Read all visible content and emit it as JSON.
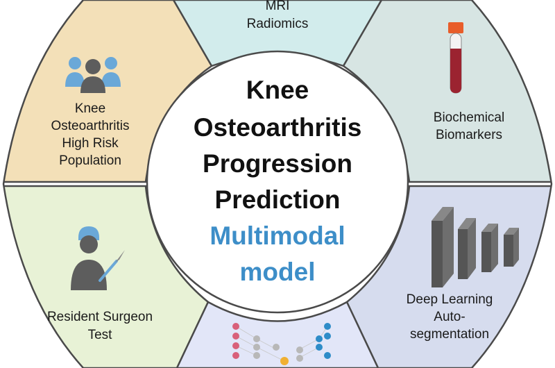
{
  "center": {
    "title_lines": [
      "Knee",
      "Osteoarthritis",
      "Progression",
      "Prediction"
    ],
    "subtitle_lines": [
      "Multimodal",
      "model"
    ]
  },
  "segments": {
    "top": {
      "lines": [
        "MRI",
        "Radiomics"
      ],
      "fill": "#d2ecec",
      "icon": "mri-scan-icon"
    },
    "left_top": {
      "lines": [
        "Knee",
        "Osteoarthritis",
        "High Risk",
        "Population"
      ],
      "fill": "#f3e0b8",
      "icon": "people-group-icon"
    },
    "right_top": {
      "lines": [
        "Biochemical",
        "Biomarkers"
      ],
      "fill": "#d7e5e3",
      "icon": "blood-sample-tube-icon"
    },
    "left_bottom": {
      "lines": [
        "Resident Surgeon",
        "Test"
      ],
      "fill": "#e8f2d6",
      "icon": "surgeon-scalpel-icon"
    },
    "right_bottom": {
      "lines": [
        "Deep Learning",
        "Auto-",
        "segmentation"
      ],
      "fill": "#d6dcee",
      "icon": "deep-learning-layers-icon"
    },
    "bottom": {
      "fill": "#e2e6f8",
      "icon": "neural-network-icon"
    }
  },
  "colors": {
    "accent": "#3d8ec8",
    "outline": "#4a4a4a",
    "icon_gray": "#5d5d5d",
    "icon_blue": "#6aa8d8"
  }
}
